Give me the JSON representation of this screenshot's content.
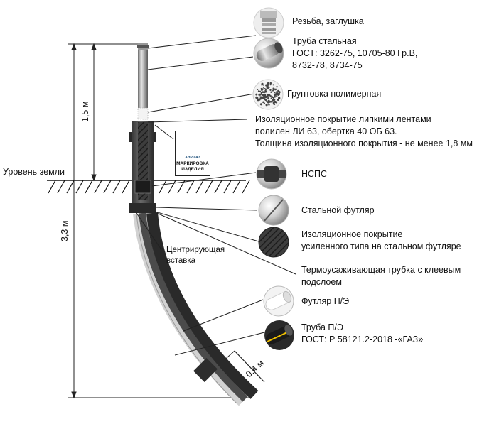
{
  "labels": {
    "thread_cap": "Резьба, заглушка",
    "steel_pipe": [
      "Труба стальная",
      "ГОСТ: 3262-75, 10705-80 Гр.В,",
      "8732-78, 8734-75"
    ],
    "primer": "Грунтовка полимерная",
    "insulation_tape": [
      "Изоляционное покрытие липкими лентами",
      "полилен ЛИ 63, обертка 40 ОБ 63.",
      "Толщина изоляционного покрытия - не менее 1,8 мм"
    ],
    "nsps": "НСПС",
    "steel_sleeve": "Стальной  футляр",
    "reinforced_insulation": [
      "Изоляционное покрытие",
      "усиленного типа на стальном футляре"
    ],
    "heat_shrink": [
      "Термоусаживающая трубка с клеевым",
      "подслоем"
    ],
    "pe_sleeve": "Футляр П/Э",
    "pe_pipe": [
      "Труба П/Э",
      "ГОСТ: Р 58121.2-2018 -«ГАЗ»"
    ],
    "centering_insert": [
      "Центрирующая",
      "вставка"
    ],
    "ground_level": "Уровень земли"
  },
  "dimensions": {
    "above_ground": "1,5 м",
    "total": "3,3 м",
    "offset": "0,4 м"
  },
  "marking_plate": {
    "logo_text": "АНР-ГАЗ",
    "caption": [
      "МАРКИРОВКА",
      "ИЗДЕЛИЯ"
    ]
  },
  "colors": {
    "logo_green": "#2e9a55",
    "logo_dark": "#1d4f7a",
    "pe_pipe_stripe": "#f2c200"
  }
}
